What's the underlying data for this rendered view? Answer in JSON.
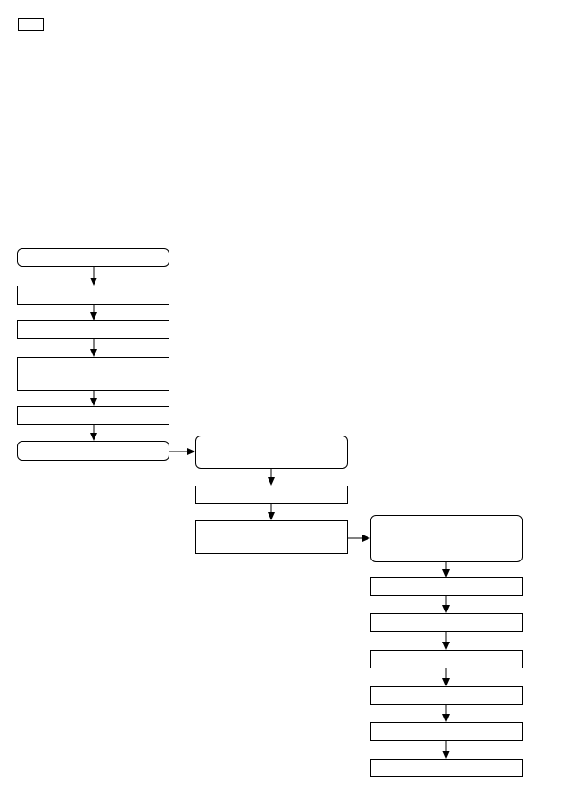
{
  "diagram": {
    "title": "",
    "corner_label": "",
    "columns": [
      {
        "id": "col1",
        "nodes": [
          {
            "id": "n1",
            "label": "",
            "shape": "rounded"
          },
          {
            "id": "n2",
            "label": "",
            "shape": "rect"
          },
          {
            "id": "n3",
            "label": "",
            "shape": "rect"
          },
          {
            "id": "n4",
            "label": "",
            "shape": "rect"
          },
          {
            "id": "n5",
            "label": "",
            "shape": "rect"
          },
          {
            "id": "n6",
            "label": "",
            "shape": "rounded"
          }
        ]
      },
      {
        "id": "col2",
        "nodes": [
          {
            "id": "n7",
            "label": "",
            "shape": "rounded"
          },
          {
            "id": "n8",
            "label": "",
            "shape": "rect"
          },
          {
            "id": "n9",
            "label": "",
            "shape": "rect"
          }
        ]
      },
      {
        "id": "col3",
        "nodes": [
          {
            "id": "n10",
            "label": "",
            "shape": "rounded"
          },
          {
            "id": "n11",
            "label": "",
            "shape": "rect"
          },
          {
            "id": "n12",
            "label": "",
            "shape": "rect"
          },
          {
            "id": "n13",
            "label": "",
            "shape": "rect"
          },
          {
            "id": "n14",
            "label": "",
            "shape": "rect"
          },
          {
            "id": "n15",
            "label": "",
            "shape": "rect"
          },
          {
            "id": "n16",
            "label": "",
            "shape": "rect"
          }
        ]
      }
    ],
    "edges": [
      {
        "from": "n1",
        "to": "n2"
      },
      {
        "from": "n2",
        "to": "n3"
      },
      {
        "from": "n3",
        "to": "n4"
      },
      {
        "from": "n4",
        "to": "n5"
      },
      {
        "from": "n5",
        "to": "n6"
      },
      {
        "from": "n6",
        "to": "n7"
      },
      {
        "from": "n7",
        "to": "n8"
      },
      {
        "from": "n8",
        "to": "n9"
      },
      {
        "from": "n9",
        "to": "n10"
      },
      {
        "from": "n10",
        "to": "n11"
      },
      {
        "from": "n11",
        "to": "n12"
      },
      {
        "from": "n12",
        "to": "n13"
      },
      {
        "from": "n13",
        "to": "n14"
      },
      {
        "from": "n14",
        "to": "n15"
      },
      {
        "from": "n15",
        "to": "n16"
      }
    ],
    "colors": {
      "stroke": "#000000",
      "fill": "#ffffff"
    }
  }
}
